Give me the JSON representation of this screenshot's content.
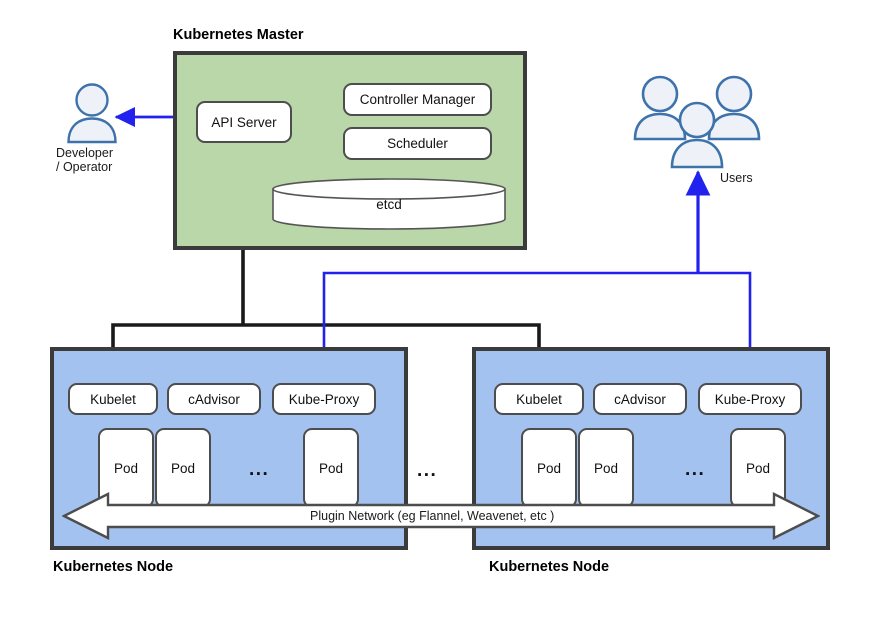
{
  "diagram": {
    "title_master": "Kubernetes Master",
    "title_node_left": "Kubernetes Node",
    "title_node_right": "Kubernetes Node",
    "colors": {
      "master_fill": "#b9d7a8",
      "node_fill": "#a3c2ef",
      "box_stroke": "#3b3b3b",
      "pill_stroke": "#4d4d4d",
      "pill_fill": "#ffffff",
      "black_arrow": "#000000",
      "blue_arrow": "#2222ee",
      "person_stroke": "#3d72ab",
      "person_fill": "#eef2f8",
      "text": "#111111"
    }
  },
  "master": {
    "components": {
      "api_server": "API Server",
      "controller_manager": "Controller Manager",
      "scheduler": "Scheduler",
      "etcd": "etcd"
    }
  },
  "actors": {
    "developer": {
      "label_line1": "Developer",
      "label_line2": "/ Operator",
      "icon": "person-icon"
    },
    "users": {
      "label": "Users",
      "icon": "people-group-icon"
    }
  },
  "nodes": [
    {
      "name": "Kubernetes Node",
      "components": [
        "Kubelet",
        "cAdvisor",
        "Kube-Proxy"
      ],
      "pods": [
        "Pod",
        "Pod",
        "Pod"
      ],
      "pod_ellipsis": "..."
    },
    {
      "name": "Kubernetes Node",
      "components": [
        "Kubelet",
        "cAdvisor",
        "Kube-Proxy"
      ],
      "pods": [
        "Pod",
        "Pod",
        "Pod"
      ],
      "pod_ellipsis": "..."
    }
  ],
  "network": {
    "label": "Plugin Network (eg Flannel, Weavenet, etc )"
  },
  "between_nodes_ellipsis": "..."
}
